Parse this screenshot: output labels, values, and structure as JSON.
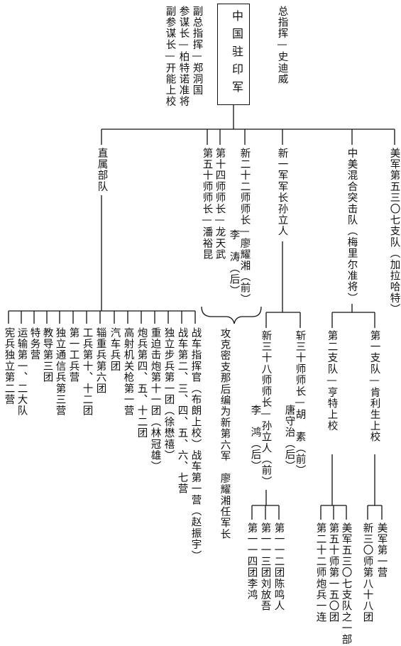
{
  "root": "中国驻印军",
  "commanders": {
    "chief": "总指挥—史迪威",
    "deputy_chief": "副总指挥—郑洞国",
    "chief_of_staff": "参谋长—柏特诺准将",
    "deputy_chief_of_staff": "副参谋长—开能上校"
  },
  "branches": {
    "direct": {
      "label": "直属部队",
      "units": [
        "战车指挥官（布朗上校）战车第一营（赵振宇）",
        "战车第二、三、四、五、六、七营",
        "独立步兵第一团（徐懋禧）",
        "重迫击炮第十一团（林冠雄）",
        "炮兵第四、五、十二团",
        "高射机关枪第一营",
        "汽车兵团",
        "辎重兵第六团",
        "工兵第十、十二团",
        "第一工兵营",
        "独立通信兵第三营",
        "教导第三团",
        "特务营",
        "运输第一、二大队",
        "宪兵独立第二营"
      ]
    },
    "div50": "第五十师师长—潘裕昆",
    "div14": "第十四师师长—龙天武",
    "div22": {
      "line1": "新二十二师师长—廖耀湘（前）",
      "line2": "李　涛（后）"
    },
    "bracket_note": "攻克密支那后编为新第六军　廖耀湘任军长",
    "army1": {
      "label": "新一军军长孙立人",
      "div38": {
        "line1": "新三十八师师长—孙立人（前）",
        "line2": "李　鸿（后）",
        "regiments": [
          "第一一二团陈鸣人",
          "第一一三团刘放吾",
          "第一一四团李鸿"
        ]
      },
      "div30": {
        "line1": "斩三十师师长—胡　素（前）",
        "line2": "唐守治（后）"
      }
    },
    "mixed": {
      "label": "中美混合突击队（梅里尔准将）",
      "team2": {
        "label": "第二支队—亨特上校",
        "units": [
          "美军五三〇七支队之一部",
          "第五十师第一五〇团",
          "第二十二师炮兵一连"
        ]
      },
      "team1": {
        "label": "第一支队—肯利生上校",
        "units": [
          "美军第一营",
          "新三〇师第八十八团"
        ]
      }
    },
    "us5307": "美军第五三〇七支队（加拉哈特）"
  }
}
